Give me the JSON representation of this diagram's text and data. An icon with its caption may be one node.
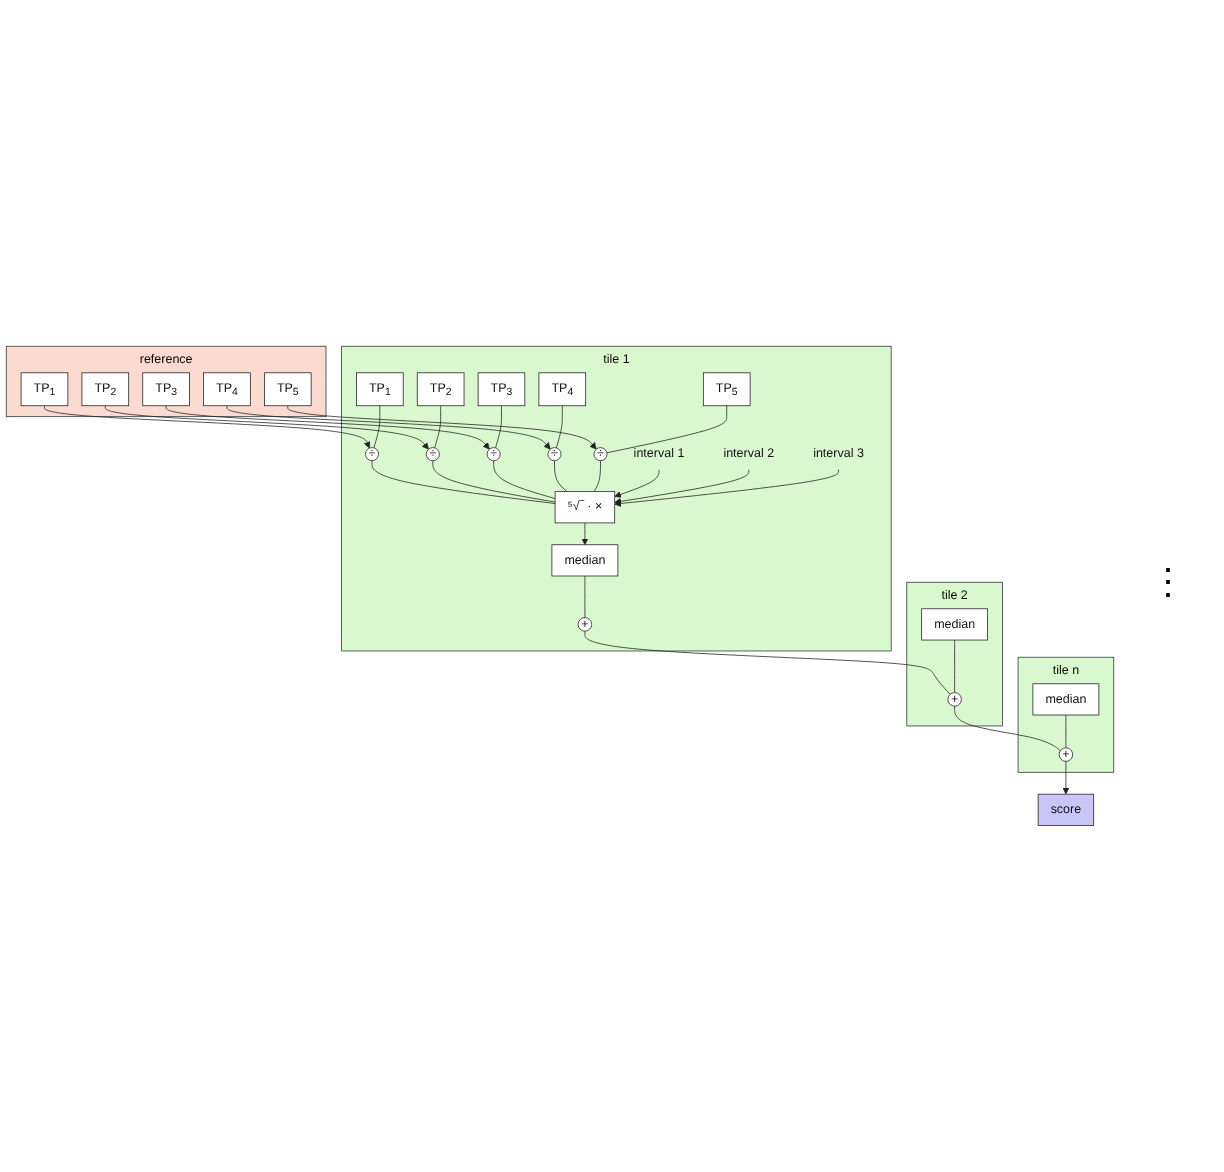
{
  "diagram": {
    "nodes": [
      {
        "text": [
          "reference"
        ]
      },
      {
        "text": [
          "TP$_{1}$"
        ],
        "in": 0
      },
      {
        "text": [
          "TP$_{2}$"
        ],
        "in": 0
      },
      {
        "text": [
          "TP$_{3}$"
        ],
        "in": 0
      },
      {
        "text": [
          "TP$_{4}$"
        ],
        "in": 0
      },
      {
        "text": [
          "TP$_{5}$"
        ],
        "in": 0
      },
      {
        "text": [
          "tile 1"
        ]
      },
      {
        "text": [
          "TP$_{1}$"
        ],
        "in": 6
      },
      {
        "text": [
          "TP$_{2}$"
        ],
        "in": 6
      },
      {
        "text": [
          "TP$_{3}$"
        ],
        "in": 6
      },
      {
        "text": [
          "TP$_{4}$"
        ],
        "in": 6
      },
      {
        "text": [
          "TP$_{5}$"
        ],
        "in": 6
      },
      {
        "text": [
          "÷"
        ],
        "in": 6
      },
      {
        "text": [
          "÷"
        ],
        "in": 6
      },
      {
        "text": [
          "÷"
        ],
        "in": 6
      },
      {
        "text": [
          "÷"
        ],
        "in": 6
      },
      {
        "text": [
          "÷"
        ],
        "in": 6
      },
      {
        "text": [
          "interval 1"
        ],
        "in": 6
      },
      {
        "text": [
          "interval 2"
        ],
        "in": 6
      },
      {
        "text": [
          "interval 3"
        ],
        "in": 6
      },
      {
        "text": [
          "⁵√‾ · ×"
        ],
        "in": 6
      },
      {
        "text": [
          "median"
        ],
        "in": 6
      },
      {
        "text": [
          "+"
        ],
        "in": 6
      },
      {
        "text": [
          "tile 2"
        ]
      },
      {
        "text": [
          "+"
        ],
        "in": 23
      },
      {
        "text": [
          "median"
        ],
        "in": 23
      },
      {
        "text": [
          "tile n"
        ]
      },
      {
        "text": [
          "+"
        ],
        "in": 26
      },
      {
        "text": [
          "median"
        ],
        "in": 26
      },
      {
        "text": [
          "score"
        ]
      }
    ],
    "edges": [
      {
        "from": 1,
        "to": 12,
        "arrow": "to"
      },
      {
        "from": 2,
        "to": 13,
        "arrow": "to"
      },
      {
        "from": 3,
        "to": 14,
        "arrow": "to"
      },
      {
        "from": 4,
        "to": 15,
        "arrow": "to"
      },
      {
        "from": 5,
        "to": 16,
        "arrow": "to"
      },
      {
        "from": 7,
        "to": 12,
        "arrow": "none"
      },
      {
        "from": 8,
        "to": 13,
        "arrow": "none"
      },
      {
        "from": 9,
        "to": 14,
        "arrow": "none"
      },
      {
        "from": 10,
        "to": 15,
        "arrow": "none"
      },
      {
        "from": 11,
        "to": 16,
        "arrow": "none"
      },
      {
        "from": 12,
        "to": 20,
        "arrow": "none"
      },
      {
        "from": 13,
        "to": 20,
        "arrow": "none"
      },
      {
        "from": 14,
        "to": 20,
        "arrow": "none"
      },
      {
        "from": 15,
        "to": 20,
        "arrow": "none"
      },
      {
        "from": 16,
        "to": 20,
        "arrow": "none"
      },
      {
        "from": 17,
        "to": 20,
        "arrow": "to"
      },
      {
        "from": 18,
        "to": 20,
        "arrow": "to"
      },
      {
        "from": 19,
        "to": 20,
        "arrow": "to"
      },
      {
        "from": 20,
        "to": 21,
        "arrow": "to"
      },
      {
        "from": 21,
        "to": 22,
        "arrow": "none"
      },
      {
        "from": 22,
        "to": 24,
        "arrow": "none"
      },
      {
        "from": 25,
        "to": 24,
        "arrow": "none"
      },
      {
        "from": 24,
        "to": 27,
        "arrow": "none"
      },
      {
        "from": 28,
        "to": 27,
        "arrow": "none"
      },
      {
        "from": 27,
        "to": 29,
        "arrow": "to"
      }
    ],
    "labels": [
      "⋮"
    ]
  }
}
